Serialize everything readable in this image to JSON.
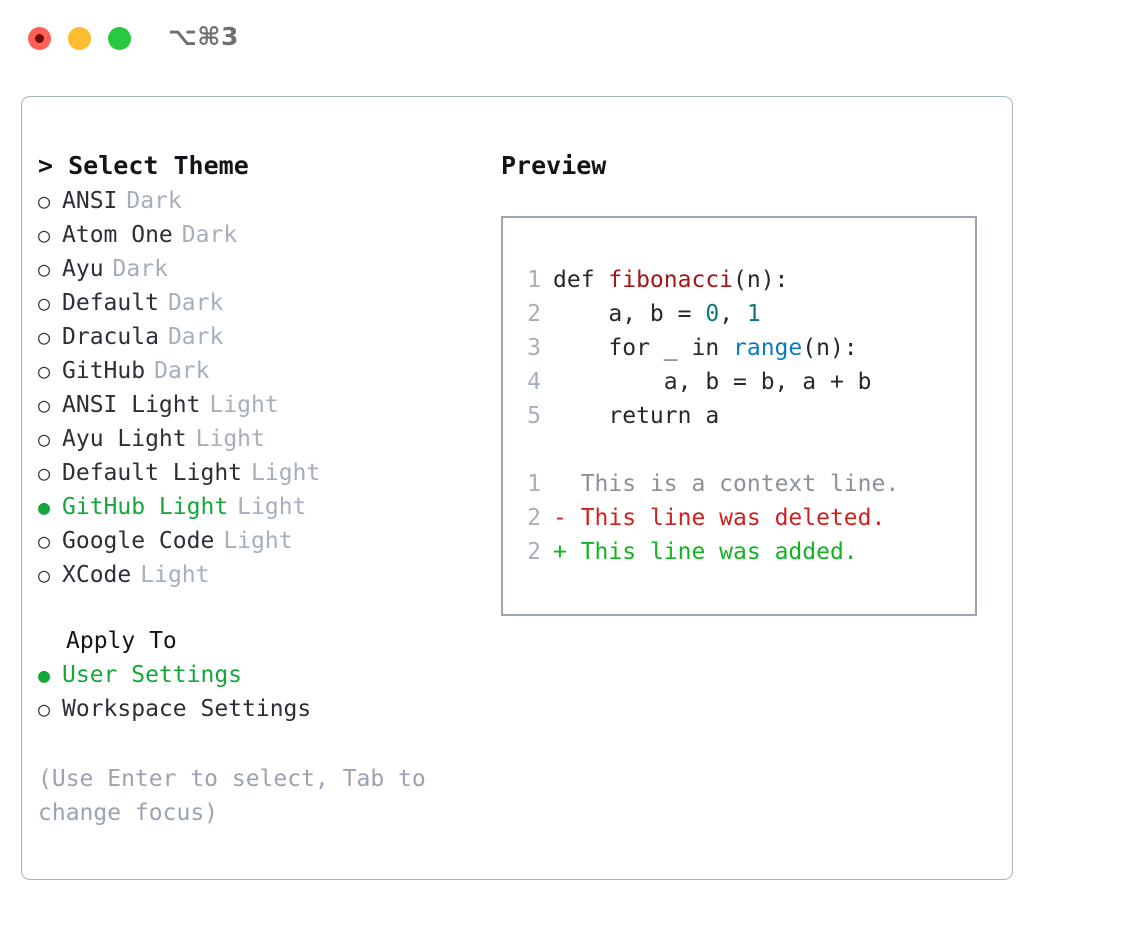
{
  "titlebar": {
    "shortcut": "⌥⌘3",
    "lights": [
      {
        "name": "close",
        "color": "#ff5f57"
      },
      {
        "name": "minimize",
        "color": "#febc2e"
      },
      {
        "name": "maximize",
        "color": "#28c840"
      }
    ]
  },
  "left": {
    "caret": ">",
    "heading": "Select Theme",
    "bullet_unselected": "○",
    "bullet_selected": "●",
    "themes": [
      {
        "name": "ANSI",
        "kind": "Dark",
        "selected": false
      },
      {
        "name": "Atom One",
        "kind": "Dark",
        "selected": false
      },
      {
        "name": "Ayu",
        "kind": "Dark",
        "selected": false
      },
      {
        "name": "Default",
        "kind": "Dark",
        "selected": false
      },
      {
        "name": "Dracula",
        "kind": "Dark",
        "selected": false
      },
      {
        "name": "GitHub",
        "kind": "Dark",
        "selected": false
      },
      {
        "name": "ANSI Light",
        "kind": "Light",
        "selected": false
      },
      {
        "name": "Ayu Light",
        "kind": "Light",
        "selected": false
      },
      {
        "name": "Default Light",
        "kind": "Light",
        "selected": false
      },
      {
        "name": "GitHub Light",
        "kind": "Light",
        "selected": true
      },
      {
        "name": "Google Code",
        "kind": "Light",
        "selected": false
      },
      {
        "name": "XCode",
        "kind": "Light",
        "selected": false
      }
    ],
    "apply_to": {
      "heading": "Apply To",
      "options": [
        {
          "label": "User Settings",
          "selected": true
        },
        {
          "label": "Workspace Settings",
          "selected": false
        }
      ]
    },
    "hint": "(Use Enter to select, Tab to change focus)"
  },
  "right": {
    "heading": "Preview",
    "code_lines": [
      {
        "num": "1",
        "segments": [
          {
            "text": "def ",
            "type": "plain"
          },
          {
            "text": "fibonacci",
            "type": "fn"
          },
          {
            "text": "(n):",
            "type": "plain"
          }
        ]
      },
      {
        "num": "2",
        "segments": [
          {
            "text": "    a, b = ",
            "type": "plain"
          },
          {
            "text": "0",
            "type": "num"
          },
          {
            "text": ", ",
            "type": "plain"
          },
          {
            "text": "1",
            "type": "num"
          }
        ]
      },
      {
        "num": "3",
        "segments": [
          {
            "text": "    for _ in ",
            "type": "plain"
          },
          {
            "text": "range",
            "type": "call"
          },
          {
            "text": "(n):",
            "type": "plain"
          }
        ]
      },
      {
        "num": "4",
        "segments": [
          {
            "text": "        a, b = b, a + b",
            "type": "plain"
          }
        ]
      },
      {
        "num": "5",
        "segments": [
          {
            "text": "    return a",
            "type": "plain"
          }
        ]
      }
    ],
    "diff_lines": [
      {
        "num": "1",
        "marker": "  ",
        "text": "This is a context line.",
        "type": "context"
      },
      {
        "num": "2",
        "marker": "- ",
        "text": "This line was deleted.",
        "type": "deleted"
      },
      {
        "num": "2",
        "marker": "+ ",
        "text": "This line was added.",
        "type": "added"
      }
    ]
  },
  "colors": {
    "selected_green": "#16a63c",
    "muted": "#a6afbb",
    "border": "#9aa5b1",
    "function_red": "#a4161a",
    "number_teal": "#0b7a74",
    "call_blue": "#0b79c4",
    "diff_deleted": "#d12020",
    "diff_added": "#12b422"
  }
}
